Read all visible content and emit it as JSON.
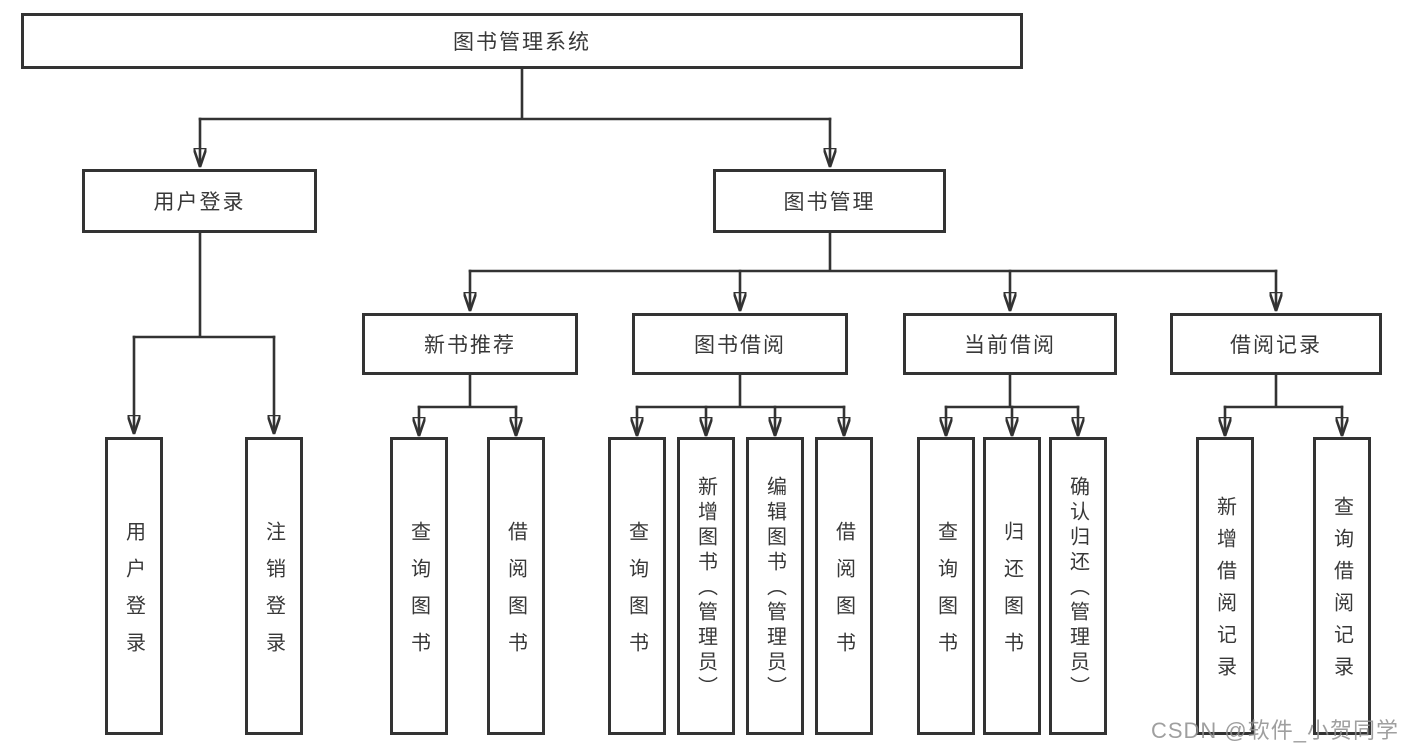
{
  "diagram": {
    "root": {
      "label": "图书管理系统"
    },
    "branches": [
      {
        "label": "用户登录",
        "children": [
          {
            "label": "用户登录"
          },
          {
            "label": "注销登录"
          }
        ]
      },
      {
        "label": "图书管理",
        "children": [
          {
            "label": "新书推荐",
            "children": [
              {
                "label": "查询图书"
              },
              {
                "label": "借阅图书"
              }
            ]
          },
          {
            "label": "图书借阅",
            "children": [
              {
                "label": "查询图书"
              },
              {
                "label": "新增图书（管理员）"
              },
              {
                "label": "编辑图书（管理员）"
              },
              {
                "label": "借阅图书"
              }
            ]
          },
          {
            "label": "当前借阅",
            "children": [
              {
                "label": "查询图书"
              },
              {
                "label": "归还图书"
              },
              {
                "label": "确认归还（管理员）"
              }
            ]
          },
          {
            "label": "借阅记录",
            "children": [
              {
                "label": "新增借阅记录"
              },
              {
                "label": "查询借阅记录"
              }
            ]
          }
        ]
      }
    ]
  },
  "watermark": {
    "text": "CSDN @软件_小贺同学"
  },
  "colors": {
    "line": "#333333",
    "text": "#383838",
    "watermark": "#8f8f8f",
    "background": "#ffffff"
  }
}
